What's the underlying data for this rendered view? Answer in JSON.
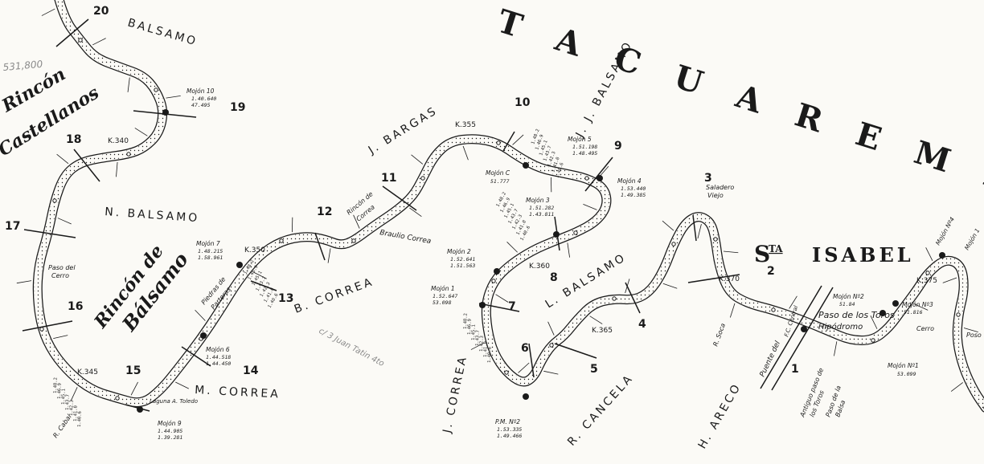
{
  "colors": {
    "ink": "#1a1a1a",
    "paper": "#fbfaf6",
    "pencil": "#8a8a8a"
  },
  "regions": {
    "tacuarembo": "T A C U A R E M B Ó",
    "santa_isabel_prefix": "S",
    "santa_isabel_sup": "TA",
    "santa_isabel_name": "ISABEL",
    "rincon_castellanos_1": "Rincón",
    "rincon_castellanos_2": "Castellanos",
    "rincon_balsamo_1": "Rincón de",
    "rincon_balsamo_2": "Bálsamo",
    "pencil_number": "531,800"
  },
  "owners": {
    "balsamo": "BALSAMO",
    "n_balsamo": "N. BALSAMO",
    "m_correa": "M. CORREA",
    "b_correa": "B. CORREA",
    "j_bargas": "J. BARGAS",
    "jj_balsamo": "J. J. BALSAMO",
    "l_balsamo": "L. BALSAMO",
    "j_correa": "J. CORREA",
    "r_cancela": "R. CANCELA",
    "h_areco": "H. ARECO",
    "braulio_correa": "Braulio Correa"
  },
  "points": [
    "20",
    "19",
    "18",
    "17",
    "16",
    "15",
    "14",
    "13",
    "12",
    "11",
    "10",
    "9",
    "8",
    "7",
    "6",
    "5",
    "4",
    "3",
    "2",
    "1"
  ],
  "kilometers": [
    "K.340",
    "K.345",
    "K.350",
    "K.355",
    "K.360",
    "K.365",
    "K.370",
    "K.375"
  ],
  "mojones": {
    "m10": "Mojón 10",
    "m10_a": "1.40.640",
    "m10_b": "47.495",
    "m7": "Mojón 7",
    "m7_a": "1.48.215",
    "m7_b": "1.58.961",
    "m6": "Mojón 6",
    "m6_a": "1.44.518",
    "m6_b": "1.44.450",
    "m9": "Mojón 9",
    "m9_a": "1.44.905",
    "m9_b": "1.39.281",
    "m5": "Mojón 5",
    "m5_a": "1.51.198",
    "m5_b": "1.48.495",
    "m4": "Mojón 4",
    "m4_a": "1.53.440",
    "m4_b": "1.49.385",
    "m3": "Mojón 3",
    "m3_a": "1.51.282",
    "m3_b": "1.43.811",
    "m2": "Mojón 2",
    "m2_a": "1.52.641",
    "m2_b": "1.51.563",
    "m1": "Mojón 1",
    "m1_a": "1.52.647",
    "m1_b": "53.098",
    "mc": "Mojón C",
    "mc_b": "51.777",
    "pm": "P.M. Nº2",
    "pm_a": "1.53.335",
    "pm_b": "1.49.466",
    "mn1": "Mojón Nº1",
    "mn1_b": "53.099",
    "mn2": "Mojón Nº2",
    "mn2_b": "51.84",
    "mn3": "Mojón Nº3",
    "mn3_b": "51.816",
    "mn4": "Mojón Nº4",
    "m_right": "Mojón 1"
  },
  "places": {
    "paso_cerro_1": "Paso del",
    "paso_cerro_2": "Cerro",
    "saladero_1": "Saladero",
    "saladero_2": "Viejo",
    "paso_toros_1": "Paso de los Toros",
    "hipodromo": "Hipódromo",
    "puente": "Puente del",
    "ferrocarril": "F.C. Central",
    "antiguo_paso_1": "Antiguo paso de",
    "antiguo_paso_2": "los Toros",
    "paso_balsa_1": "Paso de la",
    "paso_balsa_2": "Balsa",
    "rincon_correa_1": "Rincón de",
    "rincon_correa_2": "Correa",
    "piedras_parteras_1": "Piedras de",
    "piedras_parteras_2": "Parteras",
    "laguna": "Laguna A. Toledo",
    "cerro": "Cerro",
    "poso": "Poso",
    "r_soca": "R. Soca",
    "r_cabal": "R. Cabal",
    "pencil_note": "c/ 3 Juan Tatin 4to"
  },
  "soundings": [
    "1.48.2",
    "1.46.9",
    "1.45.1",
    "1.43.7",
    "1.42.3",
    "1.41.0",
    "1.40.6",
    "1.39.8",
    "1.38.4",
    "1.37.9"
  ]
}
